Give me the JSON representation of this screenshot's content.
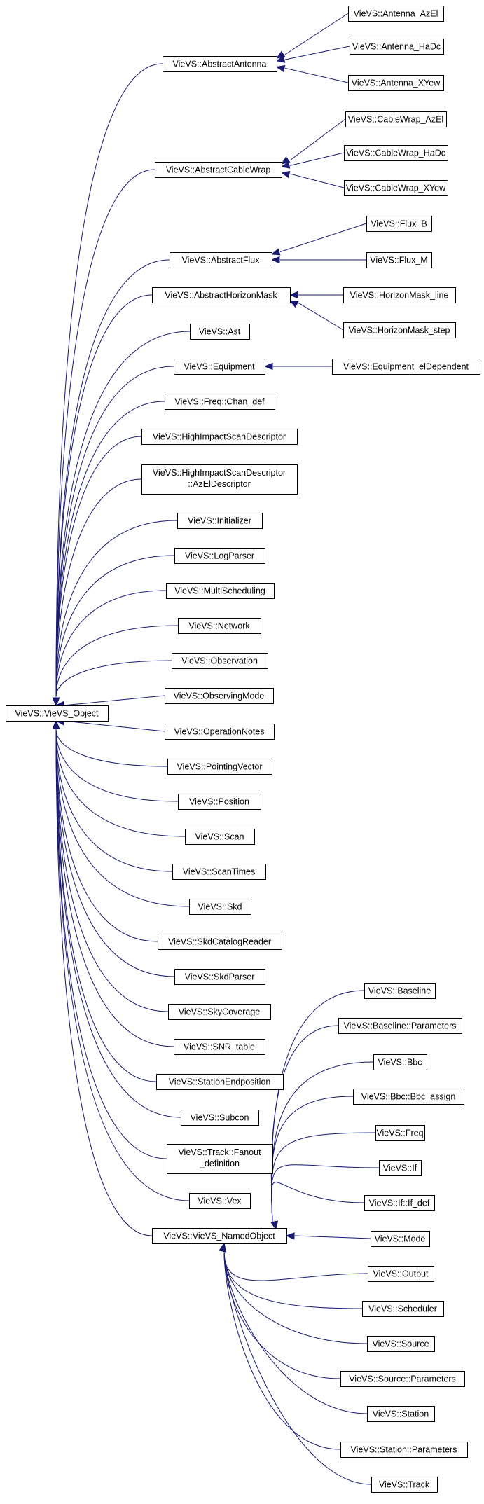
{
  "diagram": {
    "title": "",
    "colors": {
      "edge": "#191970",
      "node_border": "#000000",
      "node_fill": "#ffffff"
    },
    "nodes": [
      {
        "id": "object",
        "label": "VieVS::VieVS_Object"
      },
      {
        "id": "abstractantenna",
        "label": "VieVS::AbstractAntenna"
      },
      {
        "id": "antenna_azel",
        "label": "VieVS::Antenna_AzEl"
      },
      {
        "id": "antenna_hadc",
        "label": "VieVS::Antenna_HaDc"
      },
      {
        "id": "antenna_xyew",
        "label": "VieVS::Antenna_XYew"
      },
      {
        "id": "abstractcablewrap",
        "label": "VieVS::AbstractCableWrap"
      },
      {
        "id": "cablewrap_azel",
        "label": "VieVS::CableWrap_AzEl"
      },
      {
        "id": "cablewrap_hadc",
        "label": "VieVS::CableWrap_HaDc"
      },
      {
        "id": "cablewrap_xyew",
        "label": "VieVS::CableWrap_XYew"
      },
      {
        "id": "abstractflux",
        "label": "VieVS::AbstractFlux"
      },
      {
        "id": "flux_b",
        "label": "VieVS::Flux_B"
      },
      {
        "id": "flux_m",
        "label": "VieVS::Flux_M"
      },
      {
        "id": "abstracthorizonmask",
        "label": "VieVS::AbstractHorizonMask"
      },
      {
        "id": "horizonmask_line",
        "label": "VieVS::HorizonMask_line"
      },
      {
        "id": "horizonmask_step",
        "label": "VieVS::HorizonMask_step"
      },
      {
        "id": "ast",
        "label": "VieVS::Ast"
      },
      {
        "id": "equipment",
        "label": "VieVS::Equipment"
      },
      {
        "id": "equipment_eldependent",
        "label": "VieVS::Equipment_elDependent"
      },
      {
        "id": "chan_def",
        "label": "VieVS::Freq::Chan_def"
      },
      {
        "id": "highimpact",
        "label": "VieVS::HighImpactScanDescriptor"
      },
      {
        "id": "highimpact_azel",
        "label": "VieVS::HighImpactScanDescriptor",
        "label2": "::AzElDescriptor"
      },
      {
        "id": "initializer",
        "label": "VieVS::Initializer"
      },
      {
        "id": "logparser",
        "label": "VieVS::LogParser"
      },
      {
        "id": "multischeduling",
        "label": "VieVS::MultiScheduling"
      },
      {
        "id": "network",
        "label": "VieVS::Network"
      },
      {
        "id": "observation",
        "label": "VieVS::Observation"
      },
      {
        "id": "observingmode",
        "label": "VieVS::ObservingMode"
      },
      {
        "id": "operationnotes",
        "label": "VieVS::OperationNotes"
      },
      {
        "id": "pointingvector",
        "label": "VieVS::PointingVector"
      },
      {
        "id": "position",
        "label": "VieVS::Position"
      },
      {
        "id": "scan",
        "label": "VieVS::Scan"
      },
      {
        "id": "scantimes",
        "label": "VieVS::ScanTimes"
      },
      {
        "id": "skd",
        "label": "VieVS::Skd"
      },
      {
        "id": "skdcatalogreader",
        "label": "VieVS::SkdCatalogReader"
      },
      {
        "id": "skdparser",
        "label": "VieVS::SkdParser"
      },
      {
        "id": "skycoverage",
        "label": "VieVS::SkyCoverage"
      },
      {
        "id": "snr_table",
        "label": "VieVS::SNR_table"
      },
      {
        "id": "stationendposition",
        "label": "VieVS::StationEndposition"
      },
      {
        "id": "subcon",
        "label": "VieVS::Subcon"
      },
      {
        "id": "fanout",
        "label": "VieVS::Track::Fanout",
        "label2": "_definition"
      },
      {
        "id": "vex",
        "label": "VieVS::Vex"
      },
      {
        "id": "namedobject",
        "label": "VieVS::VieVS_NamedObject"
      },
      {
        "id": "baseline",
        "label": "VieVS::Baseline"
      },
      {
        "id": "baseline_parameters",
        "label": "VieVS::Baseline::Parameters"
      },
      {
        "id": "bbc",
        "label": "VieVS::Bbc"
      },
      {
        "id": "bbc_assign",
        "label": "VieVS::Bbc::Bbc_assign"
      },
      {
        "id": "freq",
        "label": "VieVS::Freq"
      },
      {
        "id": "if",
        "label": "VieVS::If"
      },
      {
        "id": "if_def",
        "label": "VieVS::If::If_def"
      },
      {
        "id": "mode",
        "label": "VieVS::Mode"
      },
      {
        "id": "output",
        "label": "VieVS::Output"
      },
      {
        "id": "scheduler",
        "label": "VieVS::Scheduler"
      },
      {
        "id": "source",
        "label": "VieVS::Source"
      },
      {
        "id": "source_parameters",
        "label": "VieVS::Source::Parameters"
      },
      {
        "id": "station",
        "label": "VieVS::Station"
      },
      {
        "id": "station_parameters",
        "label": "VieVS::Station::Parameters"
      },
      {
        "id": "track",
        "label": "VieVS::Track"
      }
    ],
    "edges": [
      {
        "from": "antenna_azel",
        "to": "abstractantenna"
      },
      {
        "from": "antenna_hadc",
        "to": "abstractantenna"
      },
      {
        "from": "antenna_xyew",
        "to": "abstractantenna"
      },
      {
        "from": "cablewrap_azel",
        "to": "abstractcablewrap"
      },
      {
        "from": "cablewrap_hadc",
        "to": "abstractcablewrap"
      },
      {
        "from": "cablewrap_xyew",
        "to": "abstractcablewrap"
      },
      {
        "from": "flux_b",
        "to": "abstractflux"
      },
      {
        "from": "flux_m",
        "to": "abstractflux"
      },
      {
        "from": "horizonmask_line",
        "to": "abstracthorizonmask"
      },
      {
        "from": "horizonmask_step",
        "to": "abstracthorizonmask"
      },
      {
        "from": "equipment_eldependent",
        "to": "equipment"
      },
      {
        "from": "abstractantenna",
        "to": "object"
      },
      {
        "from": "abstractcablewrap",
        "to": "object"
      },
      {
        "from": "abstractflux",
        "to": "object"
      },
      {
        "from": "abstracthorizonmask",
        "to": "object"
      },
      {
        "from": "ast",
        "to": "object"
      },
      {
        "from": "equipment",
        "to": "object"
      },
      {
        "from": "chan_def",
        "to": "object"
      },
      {
        "from": "highimpact",
        "to": "object"
      },
      {
        "from": "highimpact_azel",
        "to": "object"
      },
      {
        "from": "initializer",
        "to": "object"
      },
      {
        "from": "logparser",
        "to": "object"
      },
      {
        "from": "multischeduling",
        "to": "object"
      },
      {
        "from": "network",
        "to": "object"
      },
      {
        "from": "observation",
        "to": "object"
      },
      {
        "from": "observingmode",
        "to": "object"
      },
      {
        "from": "operationnotes",
        "to": "object"
      },
      {
        "from": "pointingvector",
        "to": "object"
      },
      {
        "from": "position",
        "to": "object"
      },
      {
        "from": "scan",
        "to": "object"
      },
      {
        "from": "scantimes",
        "to": "object"
      },
      {
        "from": "skd",
        "to": "object"
      },
      {
        "from": "skdcatalogreader",
        "to": "object"
      },
      {
        "from": "skdparser",
        "to": "object"
      },
      {
        "from": "skycoverage",
        "to": "object"
      },
      {
        "from": "snr_table",
        "to": "object"
      },
      {
        "from": "stationendposition",
        "to": "object"
      },
      {
        "from": "subcon",
        "to": "object"
      },
      {
        "from": "fanout",
        "to": "object"
      },
      {
        "from": "vex",
        "to": "object"
      },
      {
        "from": "namedobject",
        "to": "object"
      },
      {
        "from": "baseline",
        "to": "namedobject"
      },
      {
        "from": "baseline_parameters",
        "to": "namedobject"
      },
      {
        "from": "bbc",
        "to": "namedobject"
      },
      {
        "from": "bbc_assign",
        "to": "namedobject"
      },
      {
        "from": "freq",
        "to": "namedobject"
      },
      {
        "from": "if",
        "to": "namedobject"
      },
      {
        "from": "if_def",
        "to": "namedobject"
      },
      {
        "from": "mode",
        "to": "namedobject"
      },
      {
        "from": "output",
        "to": "namedobject"
      },
      {
        "from": "scheduler",
        "to": "namedobject"
      },
      {
        "from": "source",
        "to": "namedobject"
      },
      {
        "from": "source_parameters",
        "to": "namedobject"
      },
      {
        "from": "station",
        "to": "namedobject"
      },
      {
        "from": "station_parameters",
        "to": "namedobject"
      },
      {
        "from": "track",
        "to": "namedobject"
      }
    ]
  }
}
